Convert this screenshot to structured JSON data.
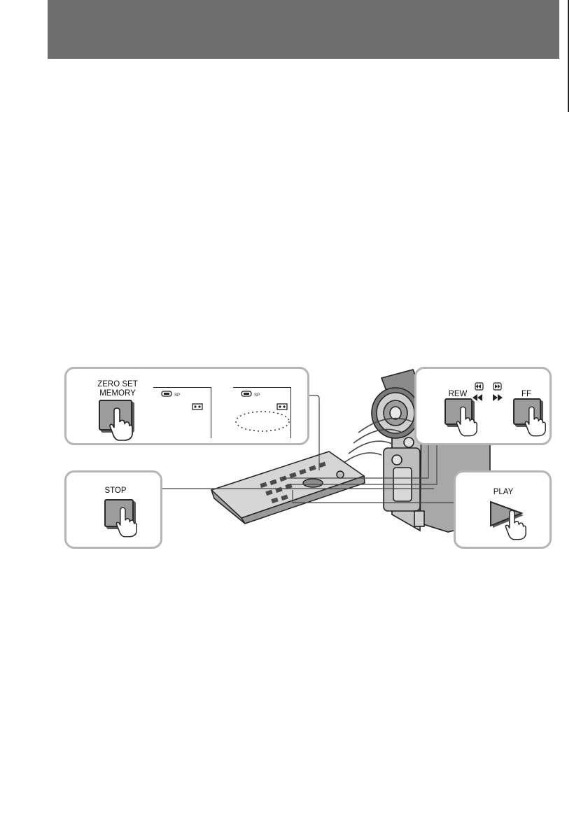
{
  "page": {
    "header_color": "#6e6e6e",
    "callout_border_color": "#b5b5b5"
  },
  "buttons": {
    "zero_set_memory": "ZERO SET\nMEMORY",
    "rew": "REW",
    "ff": "FF",
    "stop": "STOP",
    "play": "PLAY"
  },
  "icons": {
    "rewind": "rewind-icon",
    "fast_forward": "fast-forward-icon",
    "tape": "tape-icon",
    "battery": "battery-icon",
    "pointing_hand": "hand-pointer-icon"
  }
}
